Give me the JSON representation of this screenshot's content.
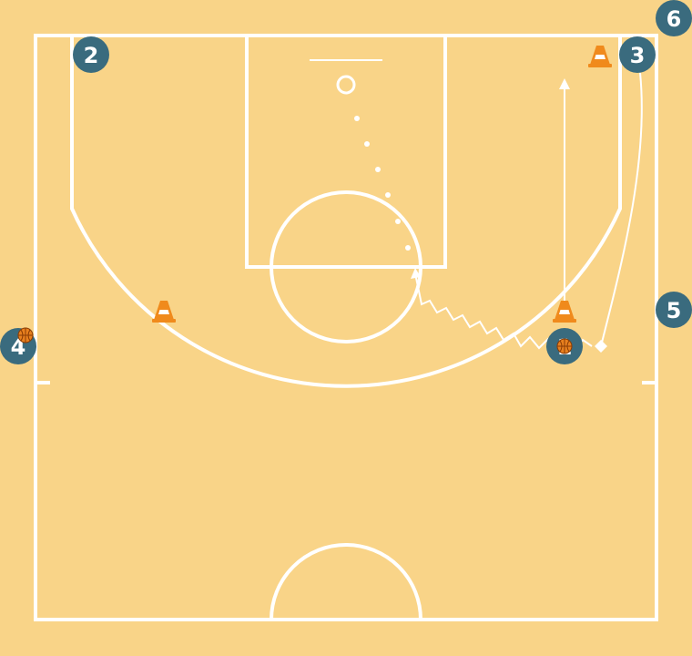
{
  "colors": {
    "court": "#F9D488",
    "lines": "#FFFFFF",
    "player": "#3A6B7E",
    "cone": "#F08A1C",
    "ball": "#E8801E"
  },
  "players": [
    {
      "label": "2"
    },
    {
      "label": "3"
    },
    {
      "label": "4",
      "has_ball": true
    },
    {
      "label": "5"
    },
    {
      "label": "6"
    },
    {
      "label": "1",
      "has_ball": true
    }
  ],
  "icons": [
    "cone-icon",
    "basketball-icon",
    "hoop-icon"
  ]
}
